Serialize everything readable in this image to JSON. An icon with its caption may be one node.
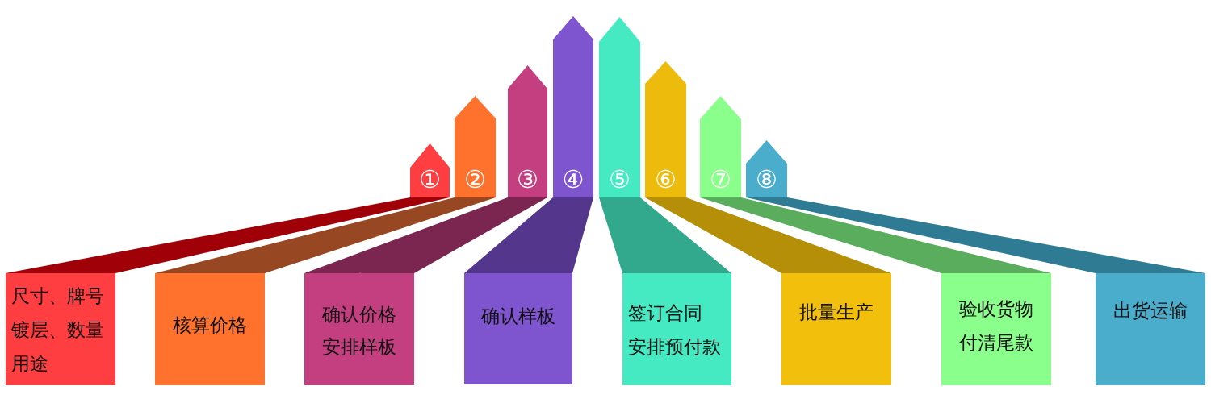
{
  "diagram": {
    "nodes": [
      {
        "text": [
          "①"
        ]
      },
      {
        "text": [
          "②"
        ]
      },
      {
        "text": [
          "③"
        ]
      },
      {
        "text": [
          "④"
        ]
      },
      {
        "text": [
          "⑤"
        ]
      },
      {
        "text": [
          "⑥"
        ]
      },
      {
        "text": [
          "⑦"
        ]
      },
      {
        "text": [
          "⑧"
        ]
      },
      {
        "text": [
          "尺寸、牌号",
          "镀层、数量",
          "用途"
        ]
      },
      {
        "text": [
          "核算价格"
        ]
      },
      {
        "text": [
          "确认价格",
          "安排样板"
        ]
      },
      {
        "text": [
          "确认样板"
        ]
      },
      {
        "text": [
          "签订合同",
          "安排预付款"
        ]
      },
      {
        "text": [
          "批量生产"
        ]
      },
      {
        "text": [
          "验收货物",
          "付清尾款"
        ]
      },
      {
        "text": [
          "出货运输"
        ]
      }
    ],
    "edges": [
      {
        "from": 0,
        "to": 8,
        "arrow": "none",
        "color": "#a00008"
      },
      {
        "from": 1,
        "to": 9,
        "arrow": "none",
        "color": "#974721"
      },
      {
        "from": 2,
        "to": 10,
        "arrow": "none",
        "color": "#7a2651"
      },
      {
        "from": 3,
        "to": 11,
        "arrow": "none",
        "color": "#54378d"
      },
      {
        "from": 4,
        "to": 12,
        "arrow": "none",
        "color": "#32a98d"
      },
      {
        "from": 5,
        "to": 13,
        "arrow": "none",
        "color": "#b68f08"
      },
      {
        "from": 6,
        "to": 14,
        "arrow": "none",
        "color": "#5aad5c"
      },
      {
        "from": 7,
        "to": 15,
        "arrow": "none",
        "color": "#2e7b93"
      }
    ]
  }
}
